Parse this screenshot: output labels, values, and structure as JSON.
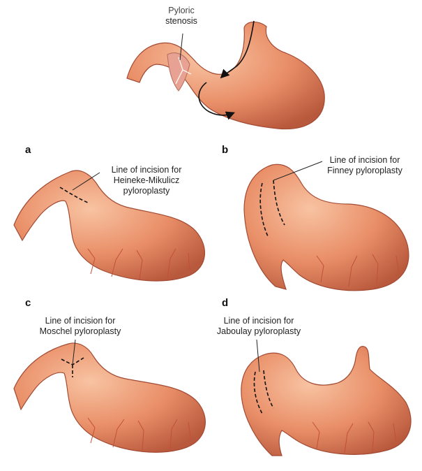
{
  "top": {
    "label_line1": "Pyloric",
    "label_line2": "stenosis"
  },
  "panels": {
    "a": {
      "letter": "a",
      "line1": "Line of incision for",
      "line2": "Heineke-Mikulicz",
      "line3": "pyloroplasty"
    },
    "b": {
      "letter": "b",
      "line1": "Line of incision for",
      "line2": "Finney pyloroplasty"
    },
    "c": {
      "letter": "c",
      "line1": "Line of incision for",
      "line2": "Moschel pyloroplasty"
    },
    "d": {
      "letter": "d",
      "line1": "Line of incision for",
      "line2": "Jaboulay pyloroplasty"
    }
  },
  "colors": {
    "tissue_light": "#f4b08c",
    "tissue_mid": "#e58862",
    "tissue_dark": "#b9553a",
    "vessel": "#c0503a"
  }
}
